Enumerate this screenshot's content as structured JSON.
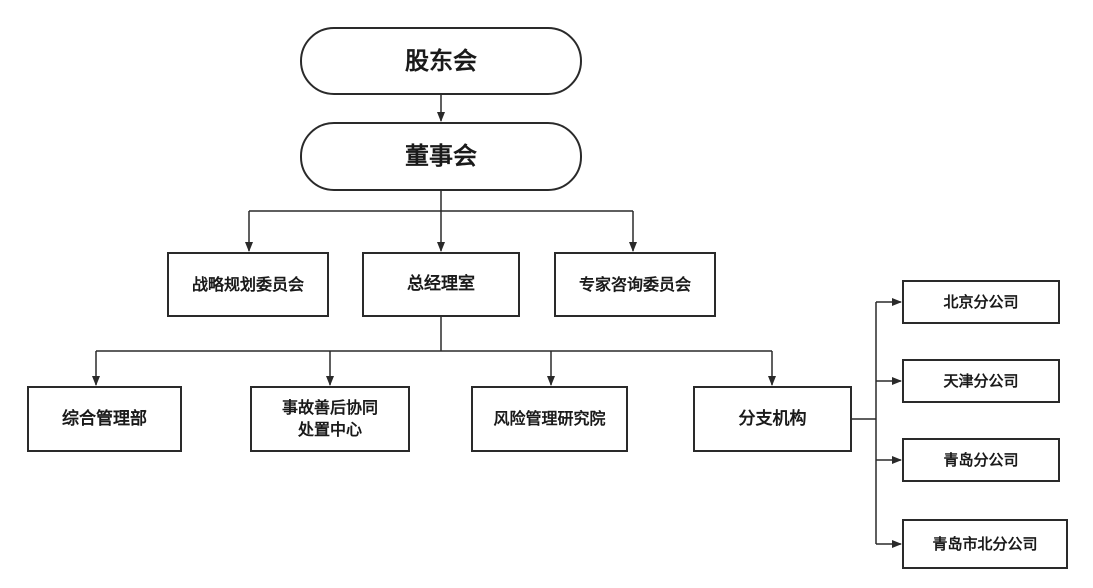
{
  "org_chart": {
    "shareholders": "股东会",
    "board": "董事会",
    "strategy_committee": "战略规划委员会",
    "general_manager_office": "总经理室",
    "expert_committee": "专家咨询委员会",
    "admin_department": "综合管理部",
    "accident_center_line1": "事故善后协同",
    "accident_center_line2": "处置中心",
    "risk_institute": "风险管理研究院",
    "branch_offices": "分支机构",
    "beijing_branch": "北京分公司",
    "tianjin_branch": "天津分公司",
    "qingdao_branch": "青岛分公司",
    "qingdao_shibei_branch": "青岛市北分公司"
  },
  "colors": {
    "line": "#2a2a2a",
    "border": "#2a2a2a",
    "background": "#ffffff"
  }
}
